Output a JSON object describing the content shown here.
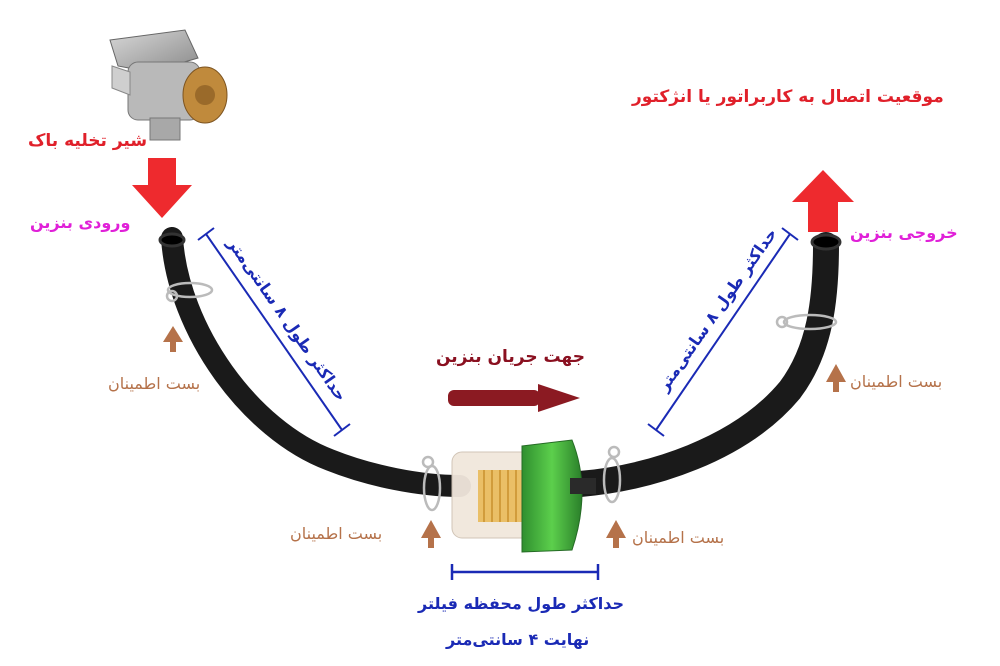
{
  "labels": {
    "tank_valve": "شیر تخلیه باک",
    "fuel_inlet": "ورودی بنزین",
    "fuel_outlet": "خروجی بنزین",
    "connection_position": "موقعیت اتصال به کاربراتور یا انژکتور",
    "flow_direction": "جهت جریان بنزین",
    "clamp": "بست اطمینان",
    "max_hose_length": "حداکثر طول ۸ سانتی‌متر",
    "filter_length_line1": "حداکثر طول محفظه فیلتر",
    "filter_length_line2": "نهایت ۴ سانتی‌متر"
  },
  "colors": {
    "red_arrow": "#ee2a2e",
    "flow_arrow": "#8b1a22",
    "dimension_line": "#1a2ab5",
    "clamp_arrow": "#b5724a",
    "hose": "#1e1e1e",
    "filter_cap": "#3da83d"
  }
}
